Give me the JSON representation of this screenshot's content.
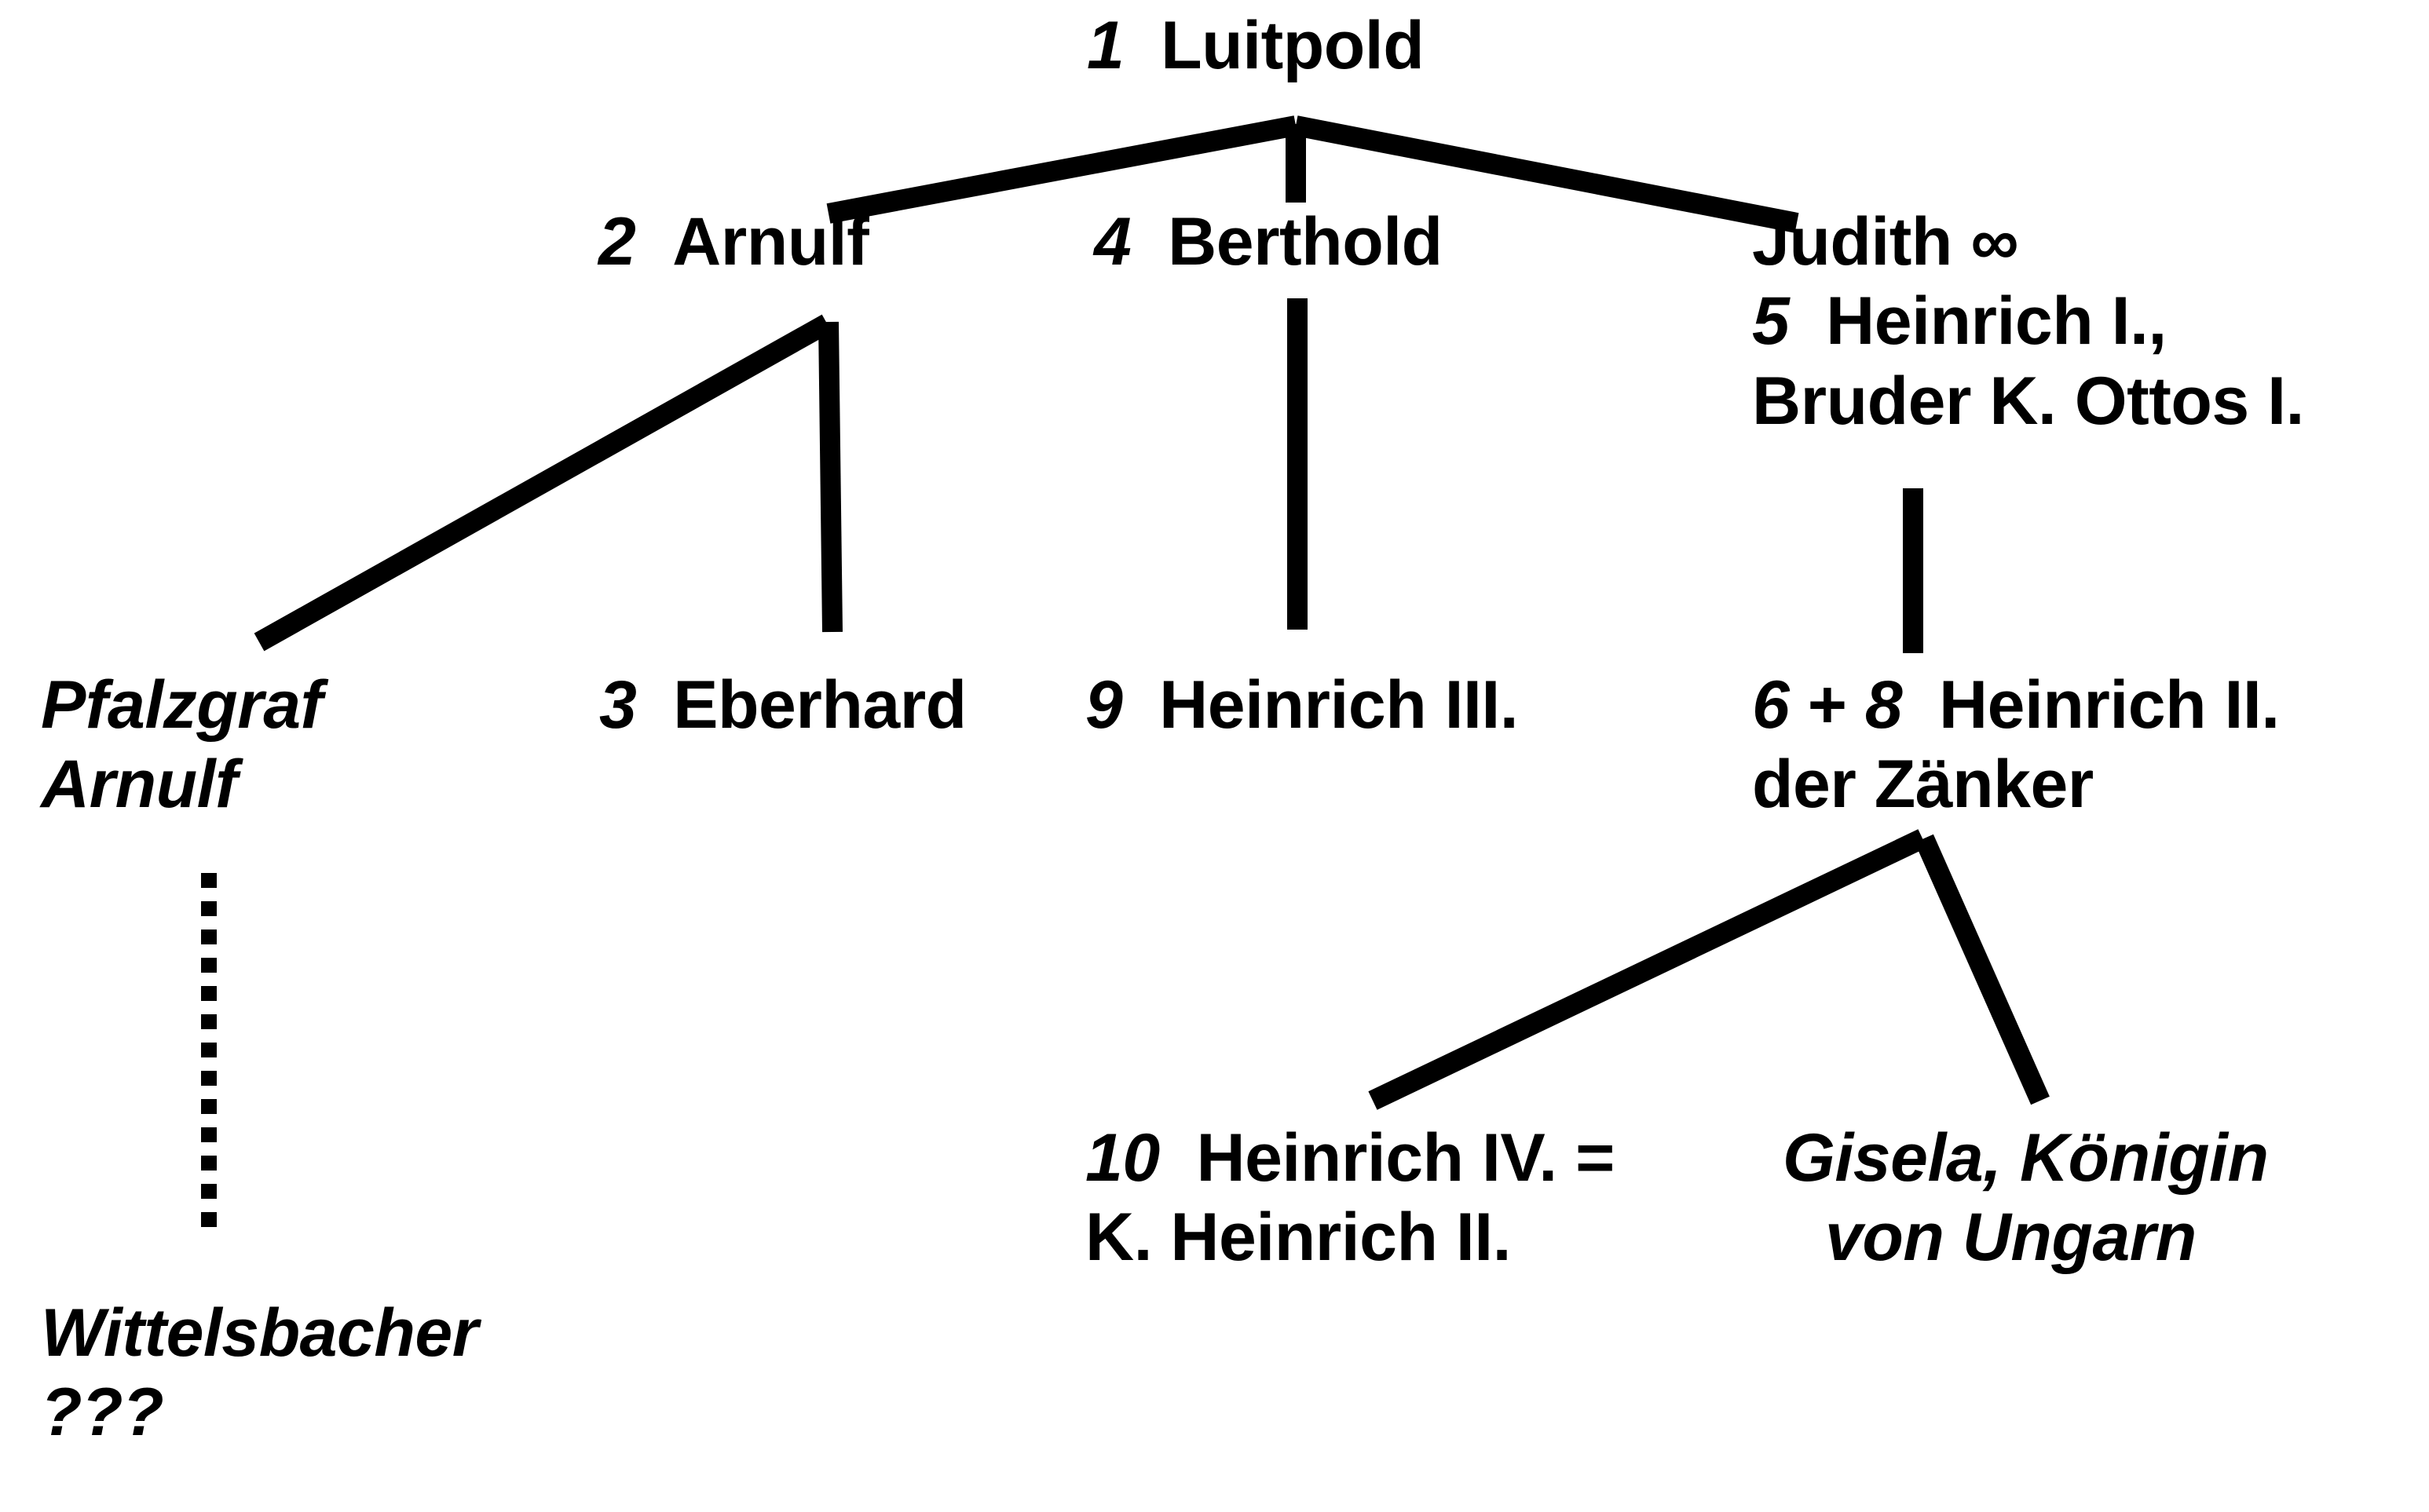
{
  "diagram": {
    "title": "Luitpoldinger / Bayerische Herzöge Stammtafel",
    "type": "genealogy-tree",
    "ink_color": "#000000",
    "background_color": "#ffffff"
  },
  "nodes": {
    "luitpold": {
      "number": "1",
      "name": "Luitpold",
      "full_text": "1  Luitpold"
    },
    "arnulf": {
      "number": "2",
      "name": "Arnulf",
      "full_text": "2  Arnulf"
    },
    "berthold": {
      "number": "4",
      "name": "Berthold",
      "full_text": "4  Berthold"
    },
    "judith": {
      "name": "Judith",
      "marriage_symbol": "∞",
      "line1": "Judith ∞",
      "number": "5",
      "line2": "5  Heinrich I.,",
      "spouse_name": "Heinrich I.,",
      "line3": "Bruder K. Ottos I."
    },
    "pfalzgraf_arnulf": {
      "line1": "Pfalzgraf",
      "line2": "Arnulf"
    },
    "eberhard": {
      "number": "3",
      "name": "Eberhard",
      "full_text": "3  Eberhard"
    },
    "heinrich_iii": {
      "number": "9",
      "name": "Heinrich III.",
      "full_text": "9  Heinrich III."
    },
    "heinrich_ii_zaenker": {
      "number": "6 + 8",
      "number_a": "6",
      "plus": "+",
      "number_b": "8",
      "name": "Heinrich II.",
      "line1": "6 + 8  Heinrich II.",
      "line2": "der Zänker"
    },
    "wittelsbacher": {
      "line1": "Wittelsbacher",
      "line2": "???"
    },
    "heinrich_iv": {
      "number": "10",
      "name": "Heinrich IV.",
      "equals_symbol": "=",
      "line1": "10  Heinrich IV. =",
      "line2": "K. Heinrich II."
    },
    "gisela": {
      "line1": "Gisela, Königin",
      "line2": "von Ungarn"
    }
  },
  "edges": [
    {
      "from": "luitpold",
      "to": "arnulf",
      "style": "solid"
    },
    {
      "from": "luitpold",
      "to": "berthold",
      "style": "solid"
    },
    {
      "from": "luitpold",
      "to": "judith",
      "style": "solid"
    },
    {
      "from": "arnulf",
      "to": "pfalzgraf_arnulf",
      "style": "solid"
    },
    {
      "from": "arnulf",
      "to": "eberhard",
      "style": "solid"
    },
    {
      "from": "berthold",
      "to": "heinrich_iii",
      "style": "solid"
    },
    {
      "from": "judith",
      "to": "heinrich_ii_zaenker",
      "style": "solid"
    },
    {
      "from": "pfalzgraf_arnulf",
      "to": "wittelsbacher",
      "style": "dotted"
    },
    {
      "from": "heinrich_ii_zaenker",
      "to": "heinrich_iv",
      "style": "solid"
    },
    {
      "from": "heinrich_ii_zaenker",
      "to": "gisela",
      "style": "solid"
    }
  ]
}
